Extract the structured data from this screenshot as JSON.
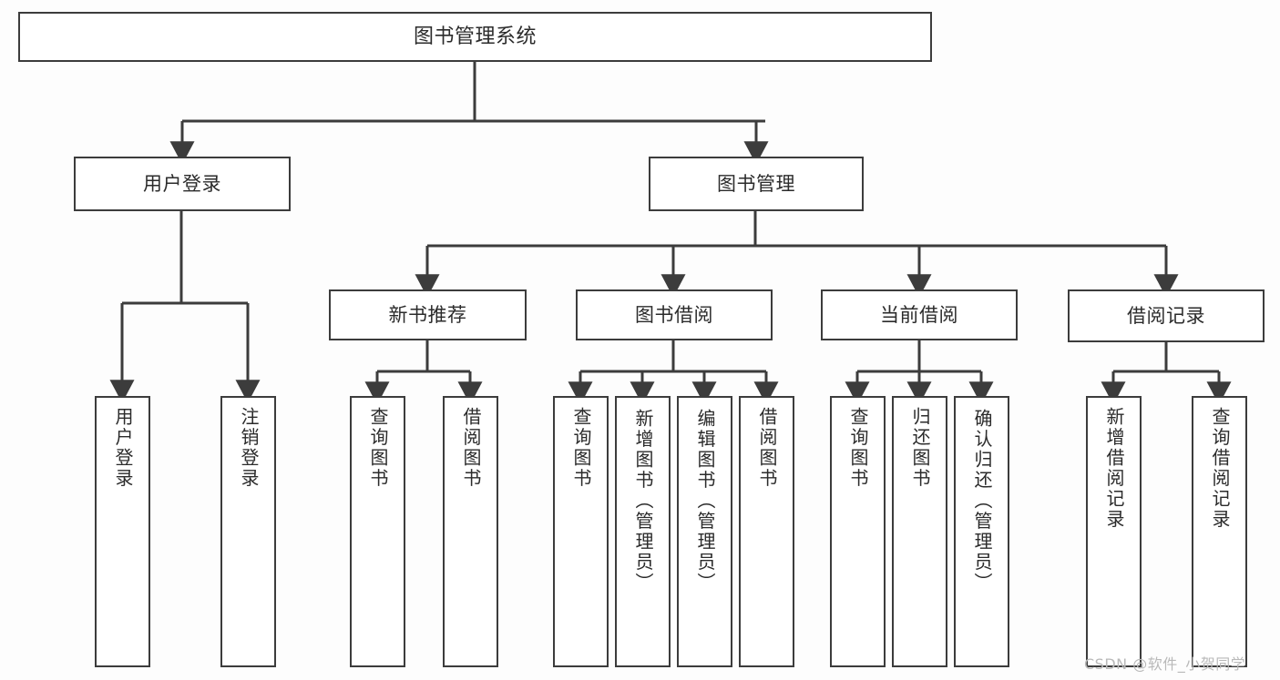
{
  "diagram": {
    "title": "图书管理系统",
    "type": "tree-hierarchy",
    "background_color": "#fdfdfd",
    "line_color": "#3c3c3c",
    "box_fill": "#ffffff",
    "root": {
      "label": "图书管理系统"
    },
    "level1": [
      {
        "label": "用户登录"
      },
      {
        "label": "图书管理"
      }
    ],
    "level2": [
      {
        "label": "新书推荐"
      },
      {
        "label": "图书借阅"
      },
      {
        "label": "当前借阅"
      },
      {
        "label": "借阅记录"
      }
    ],
    "leaves": {
      "user_login": [
        {
          "label": "用户登录"
        },
        {
          "label": "注销登录"
        }
      ],
      "new_book_recommend": [
        {
          "label": "查询图书"
        },
        {
          "label": "借阅图书"
        }
      ],
      "book_borrow": [
        {
          "label": "查询图书"
        },
        {
          "label": "新增图书（管理员）"
        },
        {
          "label": "编辑图书（管理员）"
        },
        {
          "label": "借阅图书"
        }
      ],
      "current_borrow": [
        {
          "label": "查询图书"
        },
        {
          "label": "归还图书"
        },
        {
          "label": "确认归还（管理员）"
        }
      ],
      "borrow_records": [
        {
          "label": "新增借阅记录"
        },
        {
          "label": "查询借阅记录"
        }
      ]
    }
  },
  "watermark": {
    "text": "CSDN @软件_小贺同学"
  }
}
